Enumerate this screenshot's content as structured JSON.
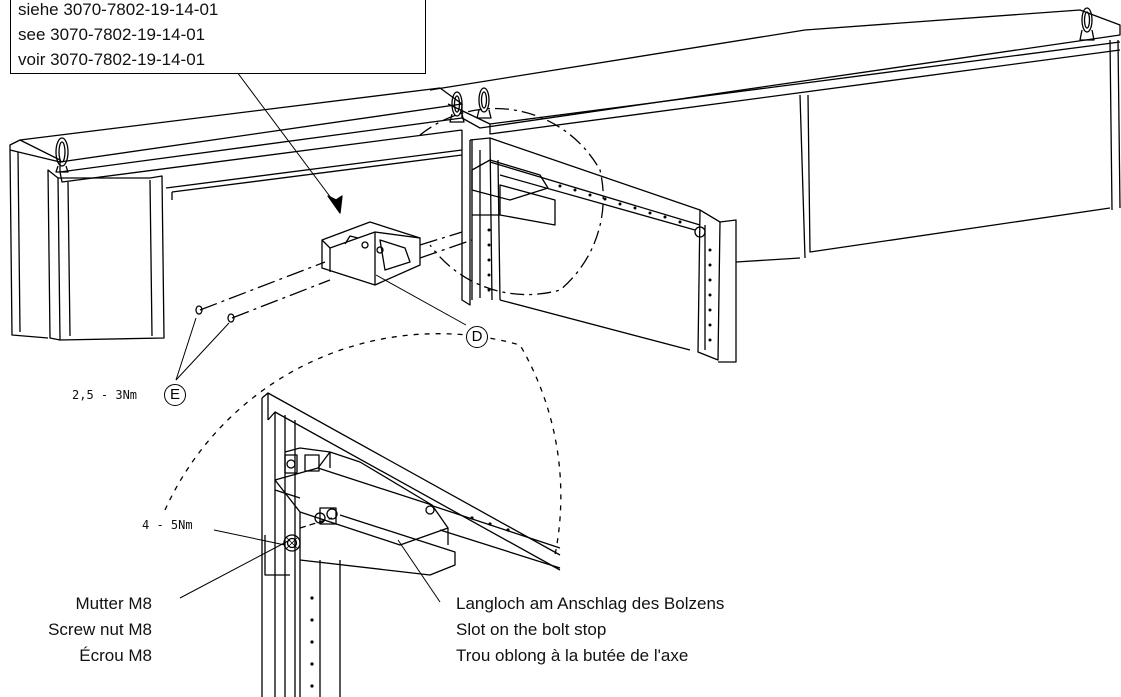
{
  "reference_note": {
    "lines": [
      "siehe 3070-7802-19-14-01",
      "see 3070-7802-19-14-01",
      "voir 3070-7802-19-14-01"
    ]
  },
  "callouts": {
    "d": "D",
    "e": "E"
  },
  "torques": {
    "e_torque": "2,5 - 3Nm",
    "detail_torque": "4 - 5Nm"
  },
  "nut_label": {
    "lines": [
      "Mutter M8",
      "Screw nut M8",
      "Écrou M8"
    ]
  },
  "slot_label": {
    "lines": [
      "Langloch am Anschlag des Bolzens",
      "Slot on the bolt stop",
      "Trou oblong à la butée de l'axe"
    ]
  }
}
